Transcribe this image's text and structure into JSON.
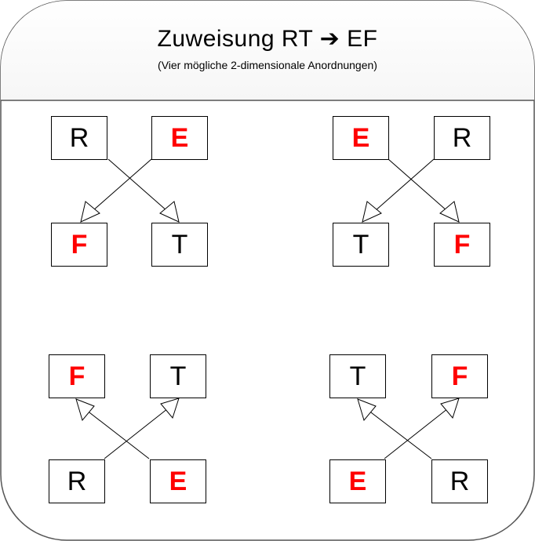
{
  "header": {
    "title": "Zuweisung  RT ➔ EF",
    "subtitle": "(Vier mögliche 2-dimensionale Anordnungen)"
  },
  "colors": {
    "highlight": "#ff0000",
    "text": "#000000",
    "header_bg_top": "#ffffff",
    "header_bg_bottom": "#cfcfcf"
  },
  "diagrams": [
    {
      "boxes": [
        "R",
        "E",
        "F",
        "T"
      ]
    },
    {
      "boxes": [
        "E",
        "R",
        "T",
        "F"
      ]
    },
    {
      "boxes": [
        "F",
        "T",
        "R",
        "E"
      ]
    },
    {
      "boxes": [
        "T",
        "F",
        "E",
        "R"
      ]
    }
  ]
}
